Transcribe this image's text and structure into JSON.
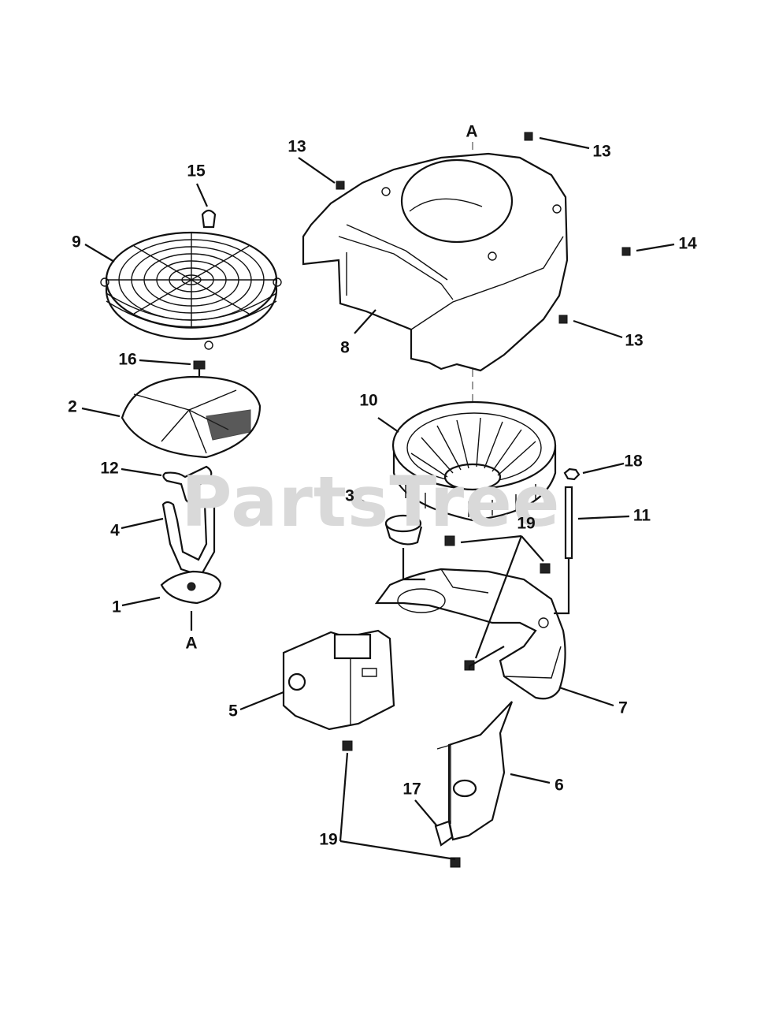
{
  "watermark": "PartsTree",
  "labels": {
    "n1": "1",
    "n2": "2",
    "n3": "3",
    "n4": "4",
    "n5": "5",
    "n6": "6",
    "n7": "7",
    "n8": "8",
    "n9": "9",
    "n10": "10",
    "n11": "11",
    "n12": "12",
    "n13a": "13",
    "n13b": "13",
    "n13c": "13",
    "n14": "14",
    "n15": "15",
    "n16": "16",
    "n17": "17",
    "n18": "18",
    "n19a": "19",
    "n19b": "19",
    "refA_top": "A",
    "refA_bottom": "A"
  }
}
